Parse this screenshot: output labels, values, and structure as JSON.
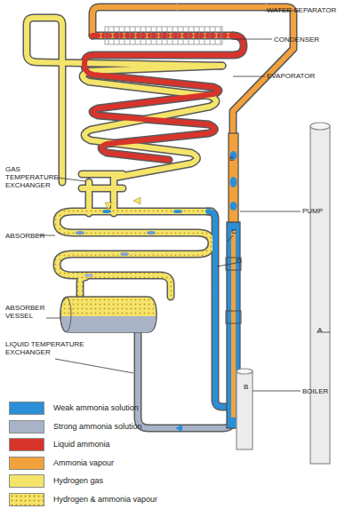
{
  "diagram": {
    "labels": [
      "WATER SEPARATOR",
      "CONDENSER",
      "EVAPORATOR",
      "E",
      "PUMP",
      "GAS TEMPERATURE EXCHANGER",
      "C",
      "ABSORBER",
      "D",
      "ABSORBER VESSEL",
      "A",
      "LIQUID TEMPERATURE EXCHANGER",
      "B",
      "BOILER"
    ],
    "legend": [
      {
        "text": "Weak ammonia solution",
        "color": "#2b8fd8"
      },
      {
        "text": "Strong ammonia solution",
        "color": "#a8b3c8"
      },
      {
        "text": "Liquid ammonia",
        "color": "#d7342c"
      },
      {
        "text": "Ammonia vapour",
        "color": "#f2a13c"
      },
      {
        "text": "Hydrogen gas",
        "color": "#f4e46a"
      },
      {
        "text": "Hydrogen & ammonia vapour"
      }
    ]
  }
}
